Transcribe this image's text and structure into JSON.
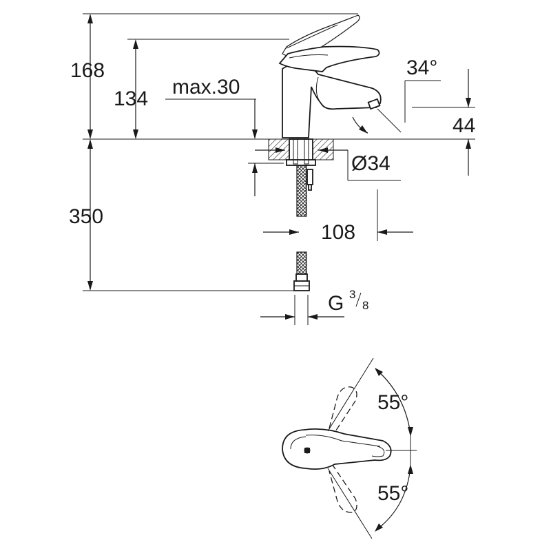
{
  "dimensions": {
    "height_lever_open": "168",
    "height_spout": "134",
    "max_deck_thickness": "max.30",
    "spout_angle": "34°",
    "spout_outlet_height": "44",
    "hole_diameter": "Ø34",
    "spout_reach": "108",
    "hose_length": "350",
    "connection_thread": "G",
    "thread_numerator": "3",
    "thread_denominator": "8"
  },
  "rotation": {
    "angle_up": "55°",
    "angle_down": "55°"
  },
  "colors": {
    "line": "#1a1a1a",
    "background": "#ffffff"
  }
}
